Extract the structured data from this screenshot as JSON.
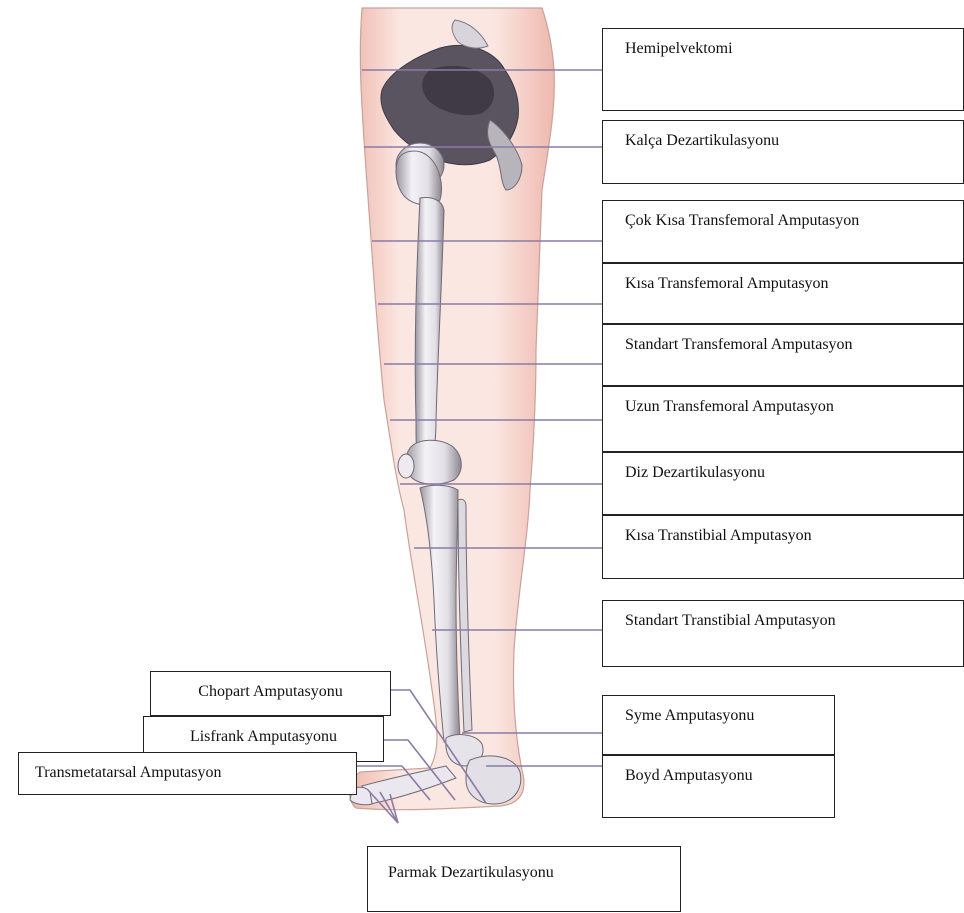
{
  "labels": {
    "hemipelvektomi": "Hemipelvektomi",
    "kalca": "Kalça Dezartikulasyonu",
    "cok_kisa_tf": "Çok Kısa Transfemoral Amputasyon",
    "kisa_tf": "Kısa Transfemoral Amputasyon",
    "standart_tf": "Standart Transfemoral Amputasyon",
    "uzun_tf": "Uzun Transfemoral Amputasyon",
    "diz": "Diz Dezartikulasyonu",
    "kisa_tt": "Kısa Transtibial Amputasyon",
    "standart_tt": "Standart Transtibial Amputasyon",
    "syme": "Syme Amputasyonu",
    "boyd": "Boyd Amputasyonu",
    "chopart": "Chopart Amputasyonu",
    "lisfrank": "Lisfrank Amputasyonu",
    "transmetatarsal": "Transmetatarsal Amputasyon",
    "parmak": "Parmak Dezartikulasyonu"
  },
  "colors": {
    "skin": "#f6d9d2",
    "skin_edge": "#c9a29b",
    "bone": "#e8e6ea",
    "bone_shadow": "#8c8790",
    "pelvis_dark": "#4a4550",
    "leader_line": "#8b7aa6",
    "box_border": "#222222"
  }
}
